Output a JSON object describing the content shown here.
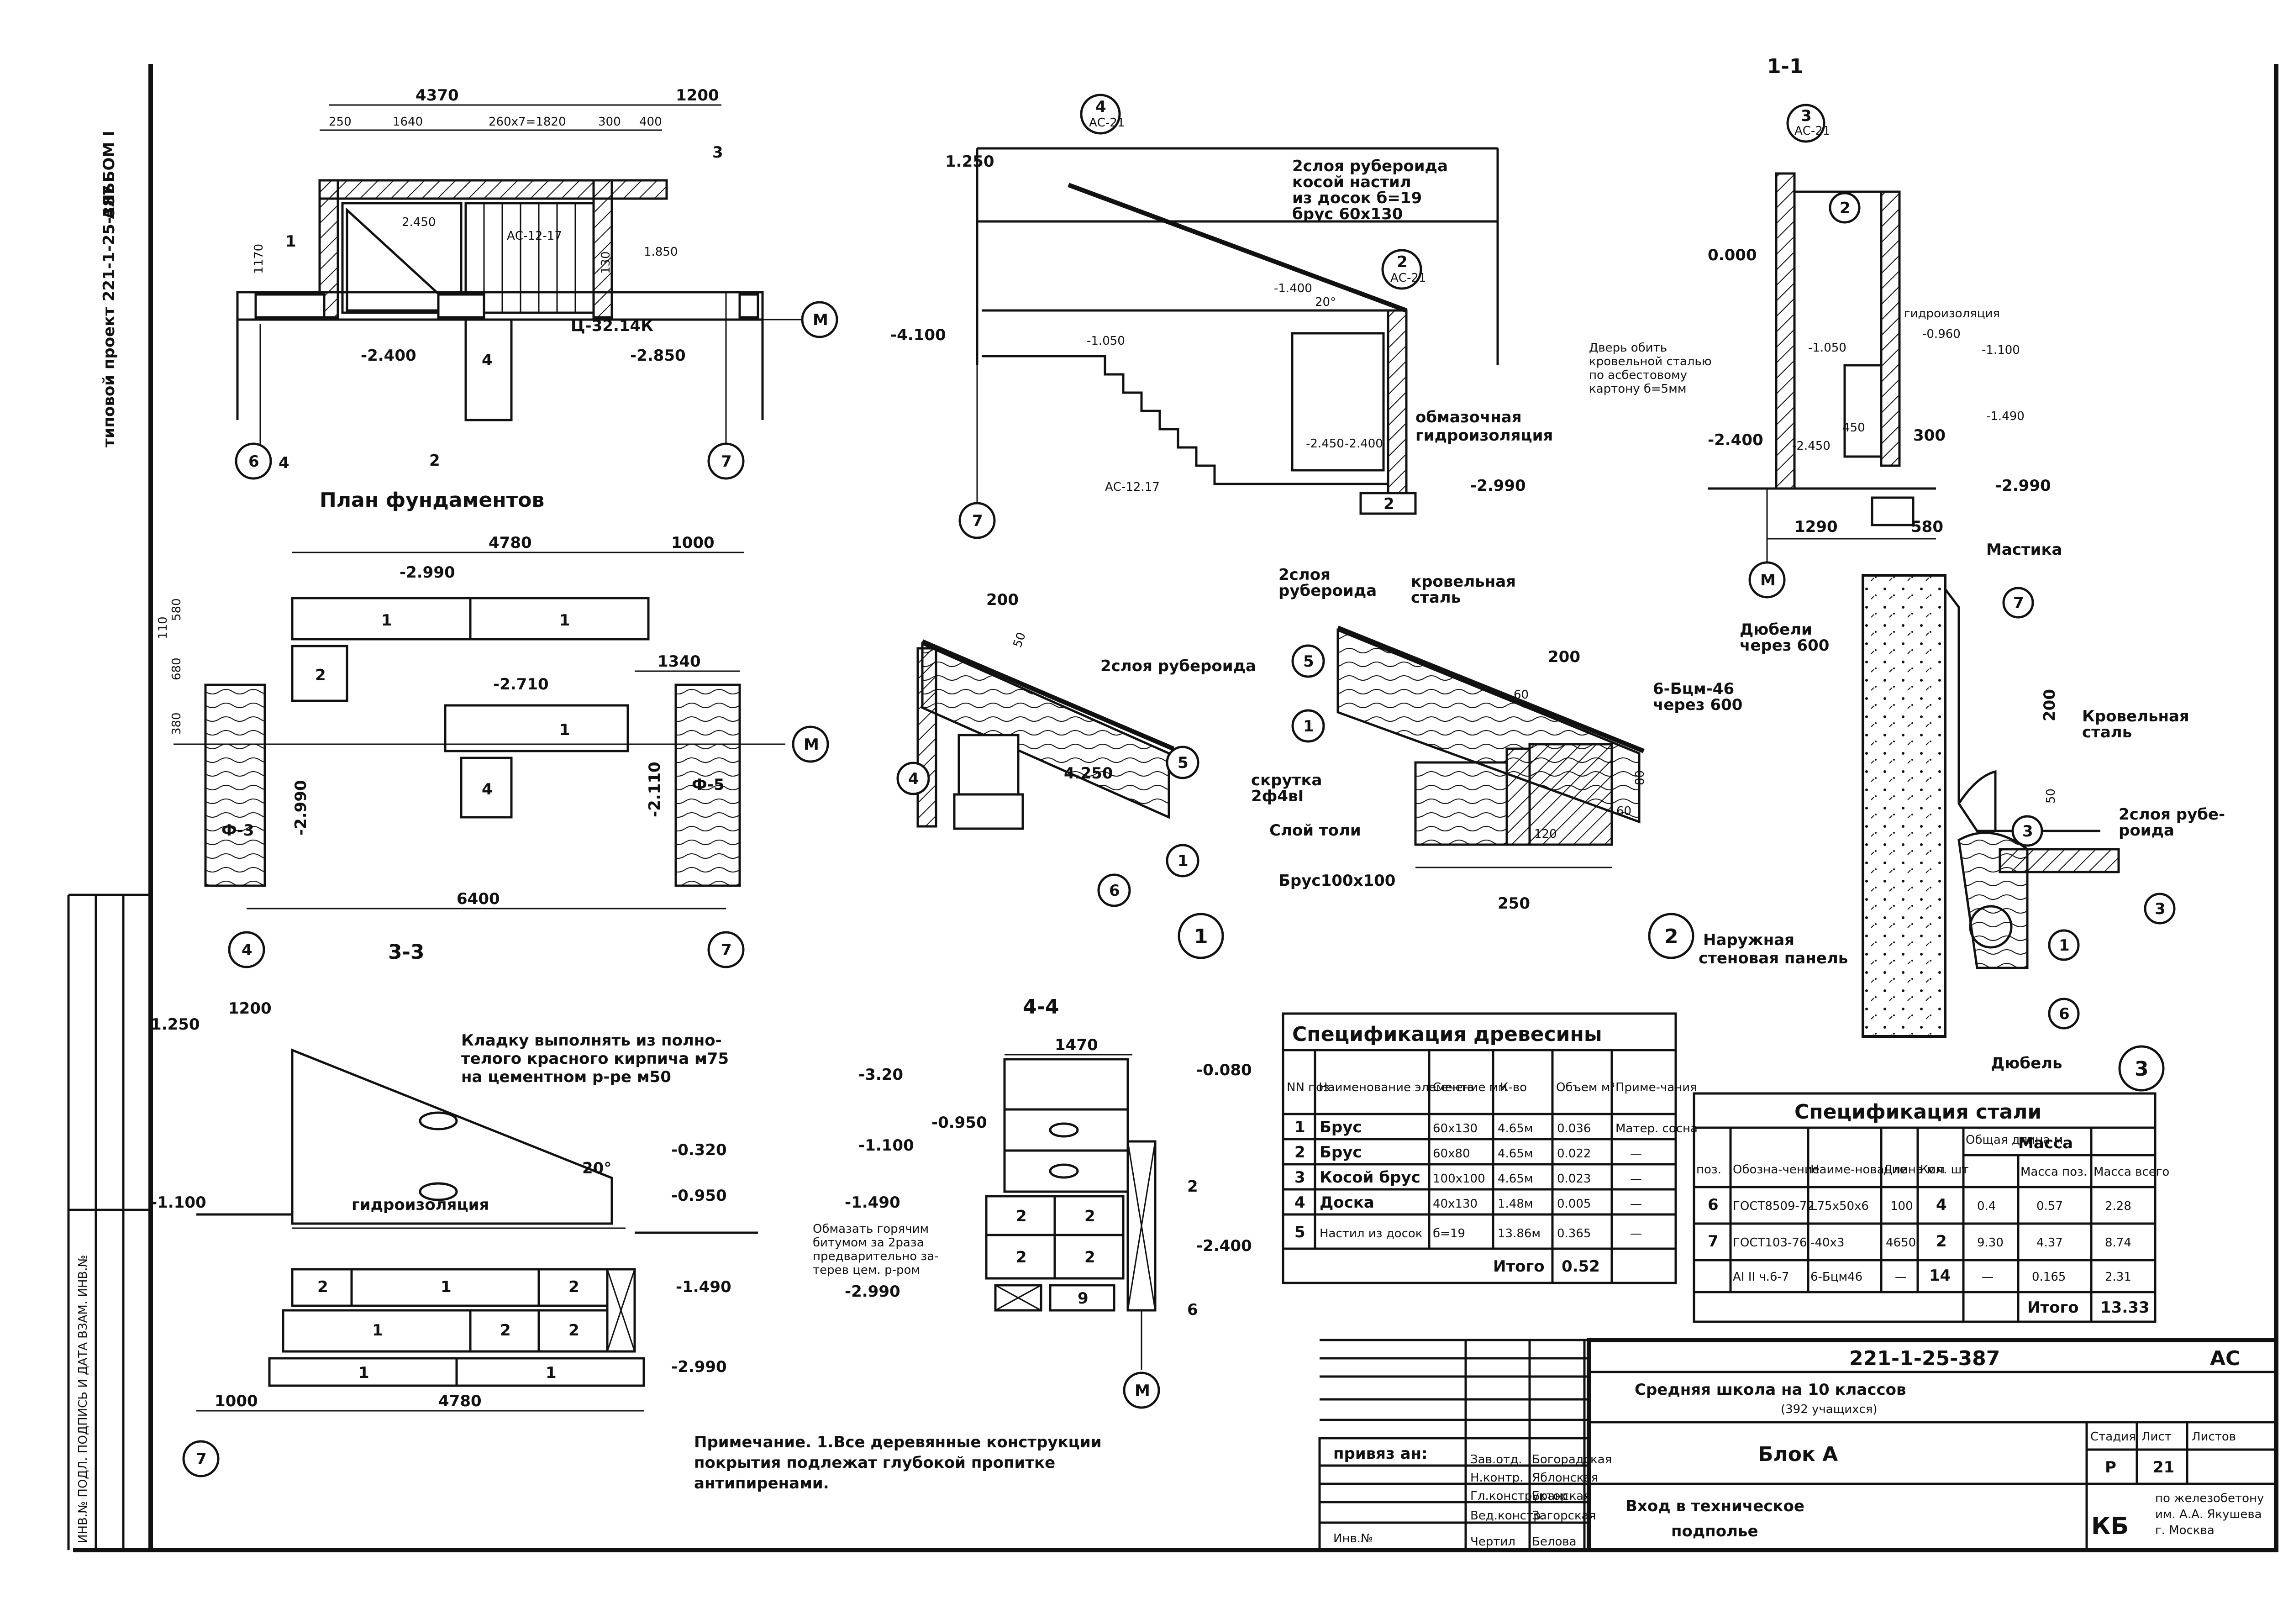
{
  "project_code_vertical": "типовой проект 221-1-25-387",
  "album_vertical": "АЛЬБОМ I",
  "stamp_vertical": "ИНВ.№ ПОДЛ. ПОДПИСЬ И ДАТА ВЗАМ. ИНВ.№",
  "plan": {
    "title": "План фундаментов",
    "dim_total": "4370",
    "dim_right": "1200",
    "dim_250": "250",
    "dim_1640": "1640",
    "dim_steps": "260x7=1820",
    "dim_300": "300",
    "dim_400": "400",
    "dim_1170": "1170",
    "stair_label": "АС-12-17",
    "level_2450": "2.450",
    "level_1850": "1.850",
    "dim_130": "130",
    "ts_label": "Ц-32.14К",
    "level_2400": "-2.400",
    "level_2850": "-2.850",
    "block_4": "4",
    "axis_6": "6",
    "axis_7": "7",
    "axis_m": "М",
    "cut_1": "1",
    "cut_2": "2",
    "cut_3": "3",
    "cut_4": "4"
  },
  "section22": {
    "title": "2-2",
    "axis_7": "7",
    "level_1250": "1.250",
    "level_4100": "-4.100",
    "level_1050": "-1.050",
    "level_2450": "-2.450",
    "level_2400": "-2.400",
    "level_2990": "-2.990",
    "level_1400": "-1.400",
    "stair_label": "АС-12.17",
    "callout_4": "4",
    "callout_4_ref": "АС-21",
    "callout_2": "2",
    "callout_2_ref": "АС-21",
    "angle": "20°",
    "block_2": "2",
    "note_roof": "2слоя рубероида",
    "note_slope": "косой настил",
    "note_boards": "из досок б=19",
    "note_beam": "брус 60х130",
    "note_coating": "обмазочная",
    "note_waterproof": "гидроизоляция"
  },
  "section11": {
    "title": "1-1",
    "level_0000": "0.000",
    "level_0960": "-0.960",
    "level_1100": "-1.100",
    "level_1050": "-1.050",
    "level_1490": "-1.490",
    "level_2400": "-2.400",
    "level_2450": "-2.450",
    "level_2990": "-2.990",
    "dim_450": "450",
    "dim_300": "300",
    "dim_1290": "1290",
    "dim_580": "580",
    "axis_m": "М",
    "callout_3": "3",
    "callout_3_ref": "АС-21",
    "callout_2": "2",
    "note_door1": "Дверь обить",
    "note_door2": "кровельной сталью",
    "note_door3": "по асбестовому",
    "note_door4": "картону б=5мм",
    "note_waterproof": "гидроизоляция"
  },
  "section33": {
    "title": "3-3",
    "dim_4780": "4780",
    "dim_1000": "1000",
    "dim_1340": "1340",
    "dim_6400": "6400",
    "dim_580": "580",
    "dim_680": "680",
    "dim_110": "110",
    "dim_380": "380",
    "level_2990": "-2.990",
    "level_2710": "-2.710",
    "level_2110": "-2.110",
    "level_2990b": "-2.990",
    "block_1a": "1",
    "block_1b": "1",
    "block_1c": "1",
    "block_2": "2",
    "block_4": "4",
    "block_f3": "Ф-3",
    "block_f5": "Ф-5",
    "axis_4": "4",
    "axis_7": "7",
    "axis_m": "М"
  },
  "detail1": {
    "label": "1",
    "dim_200": "200",
    "dim_50": "50",
    "level_4250": "4.250",
    "note_roof": "2слоя рубероида",
    "pos_4": "4",
    "pos_5": "5",
    "pos_1": "1",
    "pos_6": "6"
  },
  "detail2": {
    "label": "2",
    "note_roof1": "2слоя",
    "note_roof2": "рубероида",
    "note_steel1": "кровельная",
    "note_steel2": "сталь",
    "dim_200": "200",
    "dim_60": "60",
    "dim_80": "80",
    "dim_60b": "60",
    "dim_120": "120",
    "dim_250": "250",
    "note_nail1": "6-Бцм-46",
    "note_nail2": "через 600",
    "note_wire1": "скрутка",
    "note_wire2": "2ф4вI",
    "note_tol": "Слой толи",
    "note_beam": "Брус100х100",
    "pos_5": "5",
    "pos_1": "1",
    "note_panel1": "Наружная",
    "note_panel2": "стеновая панель"
  },
  "detail3": {
    "label": "3",
    "note_mastic": "Мастика",
    "note_dowel1": "Дюбели",
    "note_dowel2": "через 600",
    "note_steel1": "Кровельная",
    "note_steel2": "сталь",
    "note_roof1": "2слоя рубе-",
    "note_roof2": "роида",
    "dim_200": "200",
    "dim_50": "50",
    "pos_7": "7",
    "pos_3": "3",
    "pos_3b": "3",
    "pos_1": "1",
    "pos_6": "6",
    "note_dowel": "Дюбель"
  },
  "section44": {
    "title": "4-4",
    "dim_1470": "1470",
    "level_3200": "-3.20",
    "level_0950": "-0.950",
    "level_1100": "-1.100",
    "level_1490": "-1.490",
    "level_2400": "-2.400",
    "level_2990": "-2.990",
    "level_0080": "-0.080",
    "block_2a": "2",
    "block_2b": "2",
    "block_2c": "2",
    "block_2d": "2",
    "block_9": "9",
    "mark_2": "2",
    "mark_6": "6",
    "axis_m": "М",
    "note1": "Обмазать горячим",
    "note2": "битумом за 2раза",
    "note3": "предварительно за-",
    "note4": "терев цем. р-ром"
  },
  "wall": {
    "level_1250": "1.250",
    "dim_1200": "1200",
    "level_1100": "-1.100",
    "level_0320": "-0.320",
    "level_0950": "-0.950",
    "level_1490": "-1.490",
    "level_2990": "-2.990",
    "angle": "20°",
    "dim_1000": "1000",
    "dim_4780": "4780",
    "axis_7": "7",
    "note_waterproof": "гидроизоляция",
    "note1": "Кладку выполнять из полно-",
    "note2": "телого красного кирпича м75",
    "note3": "на цементном р-ре м50",
    "b2a": "2",
    "b1a": "1",
    "b2b": "2",
    "b1b": "1",
    "b2c": "2",
    "b2d": "2",
    "b1c": "1",
    "b1d": "1"
  },
  "note": {
    "line1": "Примечание. 1.Все деревянные конструкции",
    "line2": "покрытия подлежат глубокой пропитке",
    "line3": "антипиренами."
  },
  "wood_spec": {
    "title": "Спецификация древесины",
    "headers": [
      "NN поз.",
      "Наименование элемента",
      "Сечение мм",
      "К-во",
      "Объем м³",
      "Приме-чания"
    ],
    "rows": [
      [
        "1",
        "Брус",
        "60х130",
        "4.65м",
        "0.036",
        "Матер. сосна"
      ],
      [
        "2",
        "Брус",
        "60х80",
        "4.65м",
        "0.022",
        "—"
      ],
      [
        "3",
        "Косой брус",
        "100х100",
        "4.65м",
        "0.023",
        "—"
      ],
      [
        "4",
        "Доска",
        "40х130",
        "1.48м",
        "0.005",
        "—"
      ],
      [
        "5",
        "Настил из досок",
        "б=19",
        "13.86м",
        "0.365",
        "—"
      ]
    ],
    "total_label": "Итого",
    "total_value": "0.52"
  },
  "steel_spec": {
    "title": "Спецификация стали",
    "headers": [
      "поз.",
      "Обозна-чение",
      "Наиме-нование",
      "Длина мм",
      "Кол. шт",
      "Общая длина м",
      "Масса поз.",
      "Масса всего"
    ],
    "mass_header": "Масса",
    "rows": [
      [
        "6",
        "ГОСТ8509-72",
        "L75х50х6",
        "100",
        "4",
        "0.4",
        "0.57",
        "2.28"
      ],
      [
        "7",
        "ГОСТ103-76",
        "-40х3",
        "4650",
        "2",
        "9.30",
        "4.37",
        "8.74"
      ],
      [
        "",
        "АI II ч.6-7",
        "6-Бцм46",
        "—",
        "14",
        "—",
        "0.165",
        "2.31"
      ]
    ],
    "total_label": "Итого",
    "total_value": "13.33"
  },
  "title_block": {
    "code": "221-1-25-387",
    "sheet_mark": "АС",
    "school1": "Средняя школа на 10 классов",
    "school2": "(392 учащихся)",
    "block": "Блок А",
    "stage_label": "Стадия",
    "sheet_label": "Лист",
    "sheets_label": "Листов",
    "stage": "Р",
    "sheet": "21",
    "drawing1": "Вход в техническое",
    "drawing2": "подполье",
    "org_mark": "КБ",
    "org1": "по железобетону",
    "org2": "им. А.А. Якушева",
    "org3": "г. Москва",
    "applied": "привяз ан:",
    "inv": "Инв.№",
    "roles": [
      "Зав.отд.",
      "Н.контр.",
      "Гл.конструктор",
      "Вед.констр.",
      "Чертил"
    ],
    "names": [
      "Богорадская",
      "Яблонская",
      "Бранская",
      "Загорская",
      "Белова"
    ]
  }
}
